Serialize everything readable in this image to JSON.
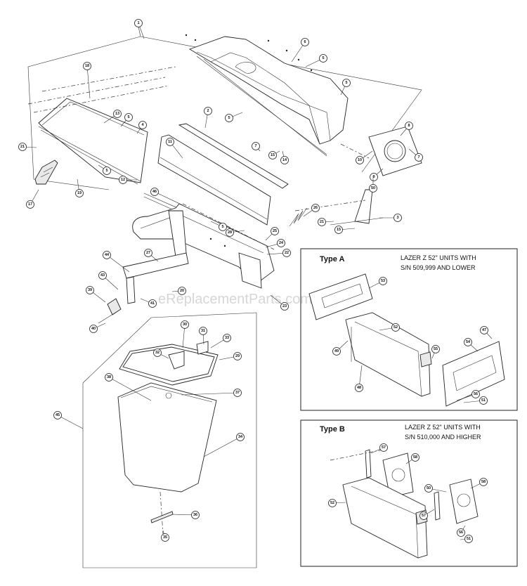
{
  "watermark": "eReplacementParts.com",
  "type_a": {
    "title": "Type A",
    "note_line1": "LAZER Z 52\" UNITS WITH",
    "note_line2": "S/N 509,999 AND LOWER"
  },
  "type_b": {
    "title": "Type B",
    "note_line1": "LAZER Z 52\" UNITS WITH",
    "note_line2": "S/N 510,000 AND HIGHER"
  },
  "callouts": [
    "1",
    "18",
    "6",
    "5",
    "5",
    "13",
    "5",
    "4",
    "2",
    "5",
    "7",
    "8",
    "21",
    "11",
    "15",
    "14",
    "10",
    "7",
    "5",
    "12",
    "19",
    "9",
    "50",
    "17",
    "46",
    "26",
    "3",
    "21",
    "15",
    "5",
    "28",
    "25",
    "24",
    "22",
    "44",
    "27",
    "43",
    "20",
    "39",
    "41",
    "23",
    "40",
    "30",
    "31",
    "33",
    "32",
    "29",
    "38",
    "37",
    "45",
    "34",
    "36",
    "35",
    "53",
    "52",
    "47",
    "55",
    "54",
    "49",
    "56",
    "51",
    "48",
    "57",
    "58",
    "50",
    "52",
    "57",
    "58",
    "56",
    "51"
  ]
}
